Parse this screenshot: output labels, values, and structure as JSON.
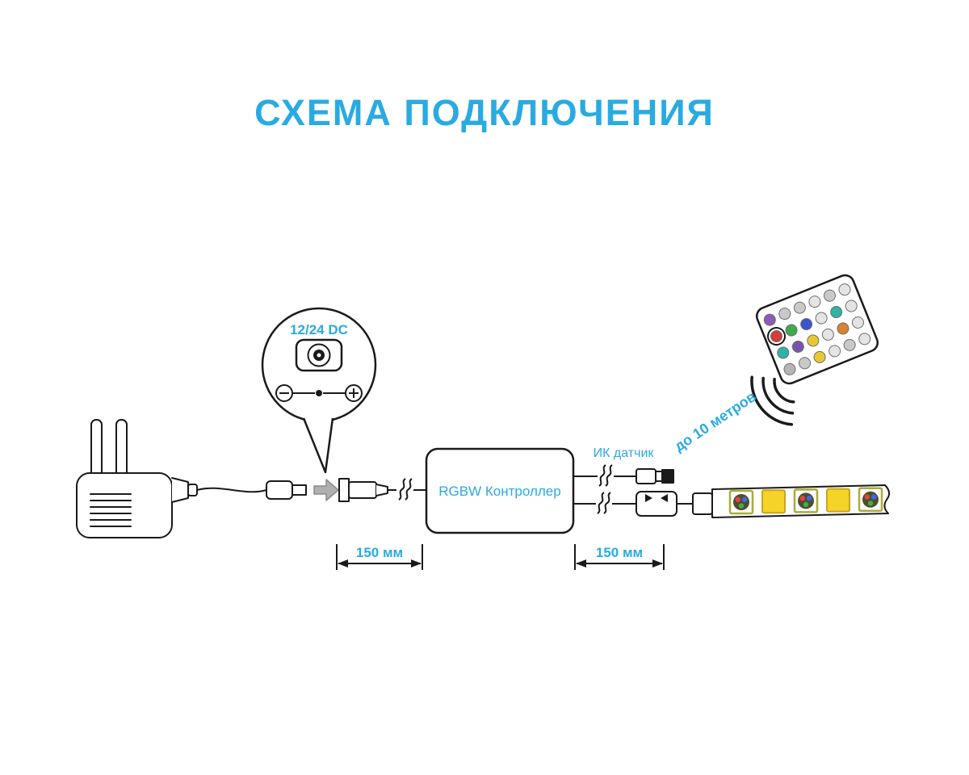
{
  "title": "СХЕМА ПОДКЛЮЧЕНИЯ",
  "labels": {
    "dc_spec": "12/24 DC",
    "controller": "RGBW Контроллер",
    "ir_sensor": "ИК датчик",
    "range": "до 10 метров",
    "dimension_left": "150 мм",
    "dimension_right": "150 мм"
  },
  "colors": {
    "accent": "#29ABE2",
    "line": "#1a1a1a",
    "insert_arrow_gray": "#b0b0b0",
    "led_yellow": "#f5d327",
    "chip_border_olive": "#a9ad3a",
    "rgb_dots": [
      "#e04545",
      "#4468e0",
      "#3fae49"
    ]
  },
  "remote": {
    "button_rows": [
      [
        "#8a5bb8",
        "#c9c9c9",
        "#c9c9c9",
        "#e4e4e4",
        "#c9c9c9",
        "#e4e4e4"
      ],
      [
        "#d93a3a",
        "#3fa94d",
        "#3b55cc",
        "#e4e4e4",
        "#2fb3a6",
        "#e4e4e4"
      ],
      [
        "#2fb3a6",
        "#7b52ab",
        "#e8c832",
        "#e4e4e4",
        "#d9832e",
        "#e4e4e4"
      ],
      [
        "#b5b5b5",
        "#c9c9c9",
        "#e8c832",
        "#e4e4e4",
        "#c9c9c9",
        "#e4e4e4"
      ]
    ],
    "highlight_button": {
      "row": 1,
      "col": 0
    }
  },
  "led_strip": {
    "chips": [
      "rgb",
      "yellow",
      "rgb",
      "yellow",
      "rgb"
    ]
  }
}
